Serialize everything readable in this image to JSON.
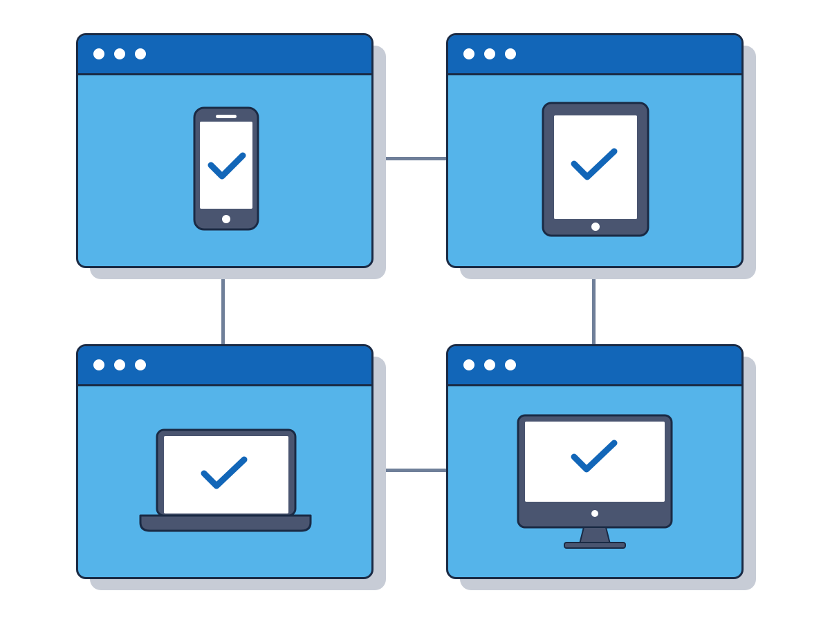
{
  "colors": {
    "window_body": "#55b4ea",
    "titlebar": "#1266b8",
    "outline": "#1a2a44",
    "device_frame": "#4a5570",
    "screen": "#ffffff",
    "checkmark": "#1266b8",
    "connector": "#6f7f99",
    "shadow": "#c7ccd6"
  },
  "windows": [
    {
      "id": "top-left",
      "device": "smartphone-icon",
      "status": "check-icon"
    },
    {
      "id": "top-right",
      "device": "tablet-icon",
      "status": "check-icon"
    },
    {
      "id": "bottom-left",
      "device": "laptop-icon",
      "status": "check-icon"
    },
    {
      "id": "bottom-right",
      "device": "desktop-monitor-icon",
      "status": "check-icon"
    }
  ]
}
